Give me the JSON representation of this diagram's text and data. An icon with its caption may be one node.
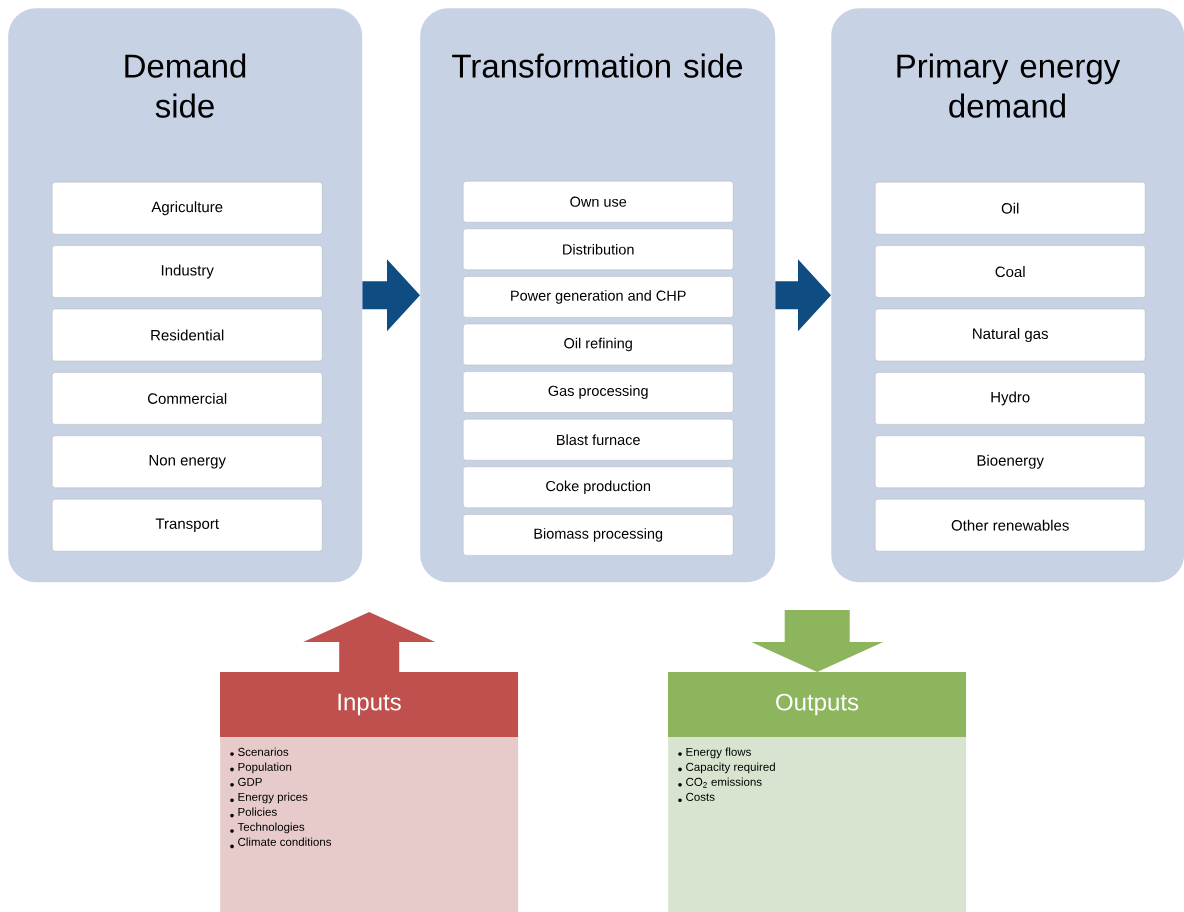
{
  "diagram": {
    "nodes": [
      {
        "text": [
          "Demand side"
        ]
      },
      {
        "text": [
          "Agriculture"
        ],
        "in": 0
      },
      {
        "text": [
          "Industry"
        ],
        "in": 0
      },
      {
        "text": [
          "Residential"
        ],
        "in": 0
      },
      {
        "text": [
          "Commercial"
        ],
        "in": 0
      },
      {
        "text": [
          "Non energy"
        ],
        "in": 0
      },
      {
        "text": [
          "Transport"
        ],
        "in": 0
      },
      {
        "text": [
          "Transformation side"
        ]
      },
      {
        "text": [
          "Own use"
        ],
        "in": 7
      },
      {
        "text": [
          "Distribution"
        ],
        "in": 7
      },
      {
        "text": [
          "Power generation and CHP"
        ],
        "in": 7
      },
      {
        "text": [
          "Oil refining"
        ],
        "in": 7
      },
      {
        "text": [
          "Gas processing"
        ],
        "in": 7
      },
      {
        "text": [
          "Blast furnace"
        ],
        "in": 7
      },
      {
        "text": [
          "Coke production"
        ],
        "in": 7
      },
      {
        "text": [
          "Biomass processing"
        ],
        "in": 7
      },
      {
        "text": [
          "Primary energy demand"
        ]
      },
      {
        "text": [
          "Oil"
        ],
        "in": 16
      },
      {
        "text": [
          "Coal"
        ],
        "in": 16
      },
      {
        "text": [
          "Natural gas"
        ],
        "in": 16
      },
      {
        "text": [
          "Hydro"
        ],
        "in": 16
      },
      {
        "text": [
          "Bioenergy"
        ],
        "in": 16
      },
      {
        "text": [
          "Other renewables"
        ],
        "in": 16
      },
      {
        "text": [
          "Inputs",
          "Scenarios",
          "Population",
          "GDP",
          "Energy prices",
          "Policies",
          "Technologies",
          "Climate conditions"
        ]
      },
      {
        "text": [
          "Outputs",
          "Energy flows",
          "Capacity required",
          "CO$_{2}$ emissions",
          "Costs"
        ]
      }
    ],
    "edges": [
      {
        "from": 0,
        "to": 7,
        "arrow": "to"
      },
      {
        "from": 7,
        "to": 16,
        "arrow": "to"
      },
      {
        "from": 23,
        "to": null,
        "arrow": "to",
        "style": "thick",
        "color": "#c0504d"
      },
      {
        "from": null,
        "to": 24,
        "arrow": "to",
        "style": "thick",
        "color": "#8db55d"
      }
    ]
  }
}
